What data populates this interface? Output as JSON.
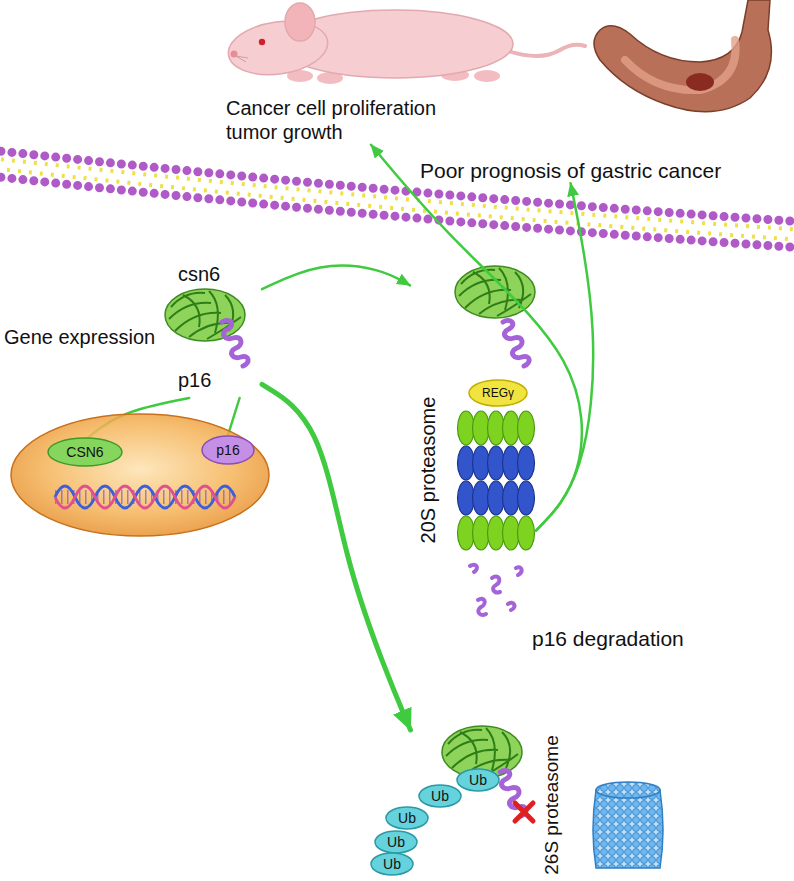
{
  "diagram": {
    "nodes": [
      {
        "text": [
          "Cancer cell proliferation tumor growth"
        ]
      },
      {
        "text": [
          "Poor prognosis of gastric cancer"
        ]
      },
      {
        "text": [
          "csn6",
          "p16"
        ]
      },
      {
        "text": [
          "Gene expression"
        ]
      },
      {
        "text": [
          "CSN6"
        ],
        "in": 3
      },
      {
        "text": [
          "p16"
        ],
        "in": 3
      },
      {
        "text": [
          "20S proteasome"
        ]
      },
      {
        "text": [
          "REGγ"
        ],
        "in": 6
      },
      {
        "text": [
          "26S proteasome"
        ]
      },
      {
        "text": [
          "Ub"
        ],
        "in": 8
      },
      {
        "text": [
          "Ub"
        ],
        "in": 8
      },
      {
        "text": [
          "Ub"
        ],
        "in": 8
      },
      {
        "text": [
          "Ub"
        ],
        "in": 8
      },
      {
        "text": [
          "Ub"
        ],
        "in": 8
      }
    ],
    "edges": [
      {
        "from": 4,
        "to": 2,
        "arrow": "none"
      },
      {
        "from": 5,
        "to": 2,
        "arrow": "none"
      },
      {
        "from": 2,
        "to": 6,
        "arrow": "to"
      },
      {
        "from": 2,
        "to": 8,
        "arrow": "to"
      },
      {
        "from": 6,
        "to": 0,
        "arrow": "to"
      },
      {
        "from": 6,
        "to": 1,
        "arrow": "to"
      }
    ],
    "labels": [
      "p16 degradation"
    ]
  }
}
